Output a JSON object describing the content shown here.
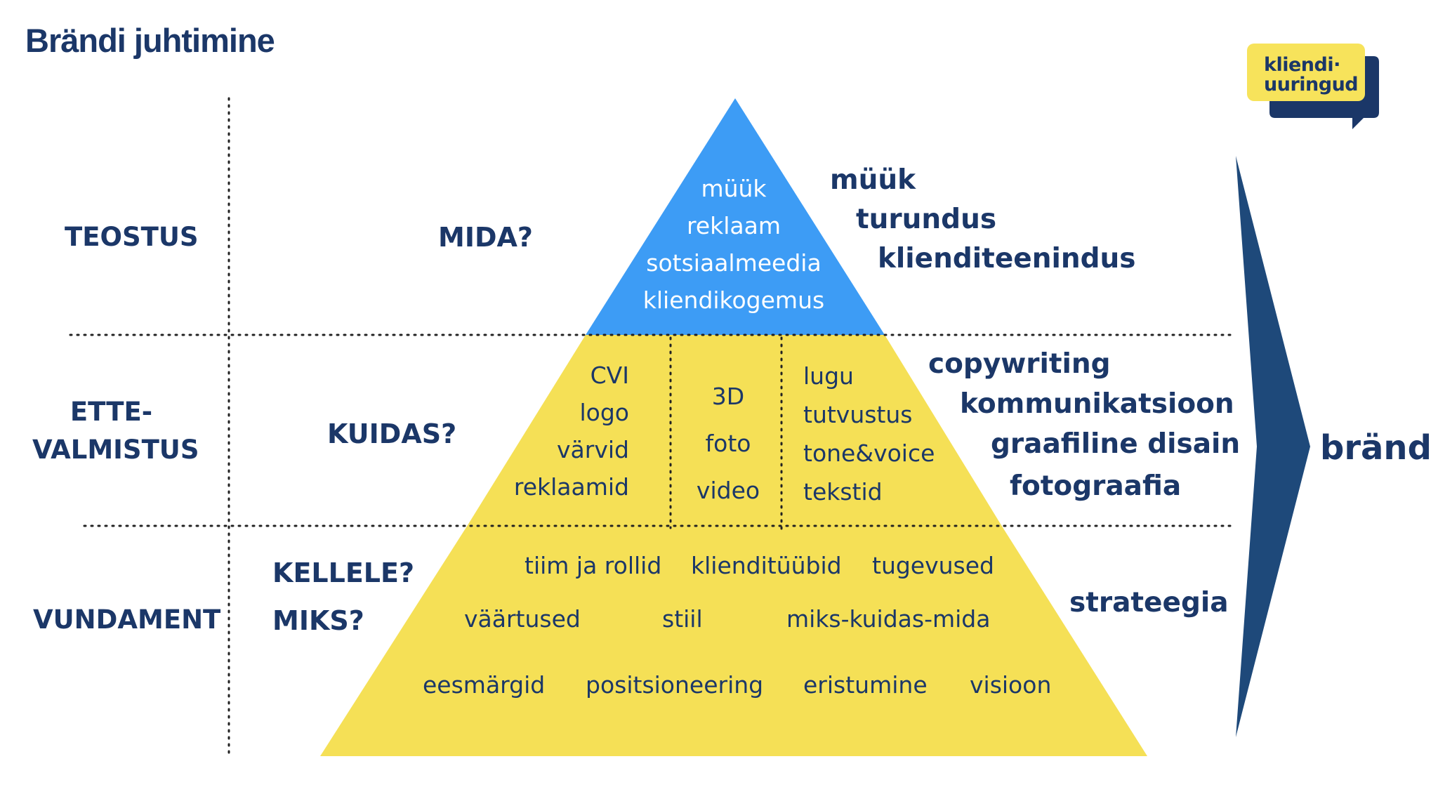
{
  "title": "Brändi juhtimine",
  "logo": {
    "line1": "kliendi·",
    "line2": "uuringud"
  },
  "colors": {
    "navy": "#1b3768",
    "blue": "#3d9cf5",
    "yellow": "#f5e056",
    "arrow": "#1e497a",
    "logo_bg": "#f7e35b"
  },
  "levels": {
    "teostus": "TEOSTUS",
    "ette1": "ETTE-",
    "ette2": "VALMISTUS",
    "vundament": "VUNDAMENT"
  },
  "questions": {
    "mida": "MIDA?",
    "kuidas": "KUIDAS?",
    "kellele": "KELLELE?",
    "miks": "MIKS?"
  },
  "pyramid": {
    "top": [
      "müük",
      "reklaam",
      "sotsiaalmeedia",
      "kliendikogemus"
    ],
    "middle_left": [
      "CVI",
      "logo",
      "värvid",
      "reklaamid"
    ],
    "middle_center": [
      "3D",
      "foto",
      "video"
    ],
    "middle_right": [
      "lugu",
      "tutvustus",
      "tone&voice",
      "tekstid"
    ],
    "base_row1": [
      "tiim ja rollid",
      "kliendiтüübid",
      "tugevused"
    ],
    "base_row2": [
      "väärtused",
      "stiil",
      "miks-kuidas-mida"
    ],
    "base_row3": [
      "eesmärgid",
      "positsioneering",
      "eristumine",
      "visioon"
    ]
  },
  "side_labels": {
    "top": [
      "müük",
      "turundus",
      "klienditeenindus"
    ],
    "middle": [
      "copywriting",
      "kommunikatsioon",
      "graafiline disain",
      "fotograafia"
    ],
    "base": "strateegia"
  },
  "result": "bränd"
}
